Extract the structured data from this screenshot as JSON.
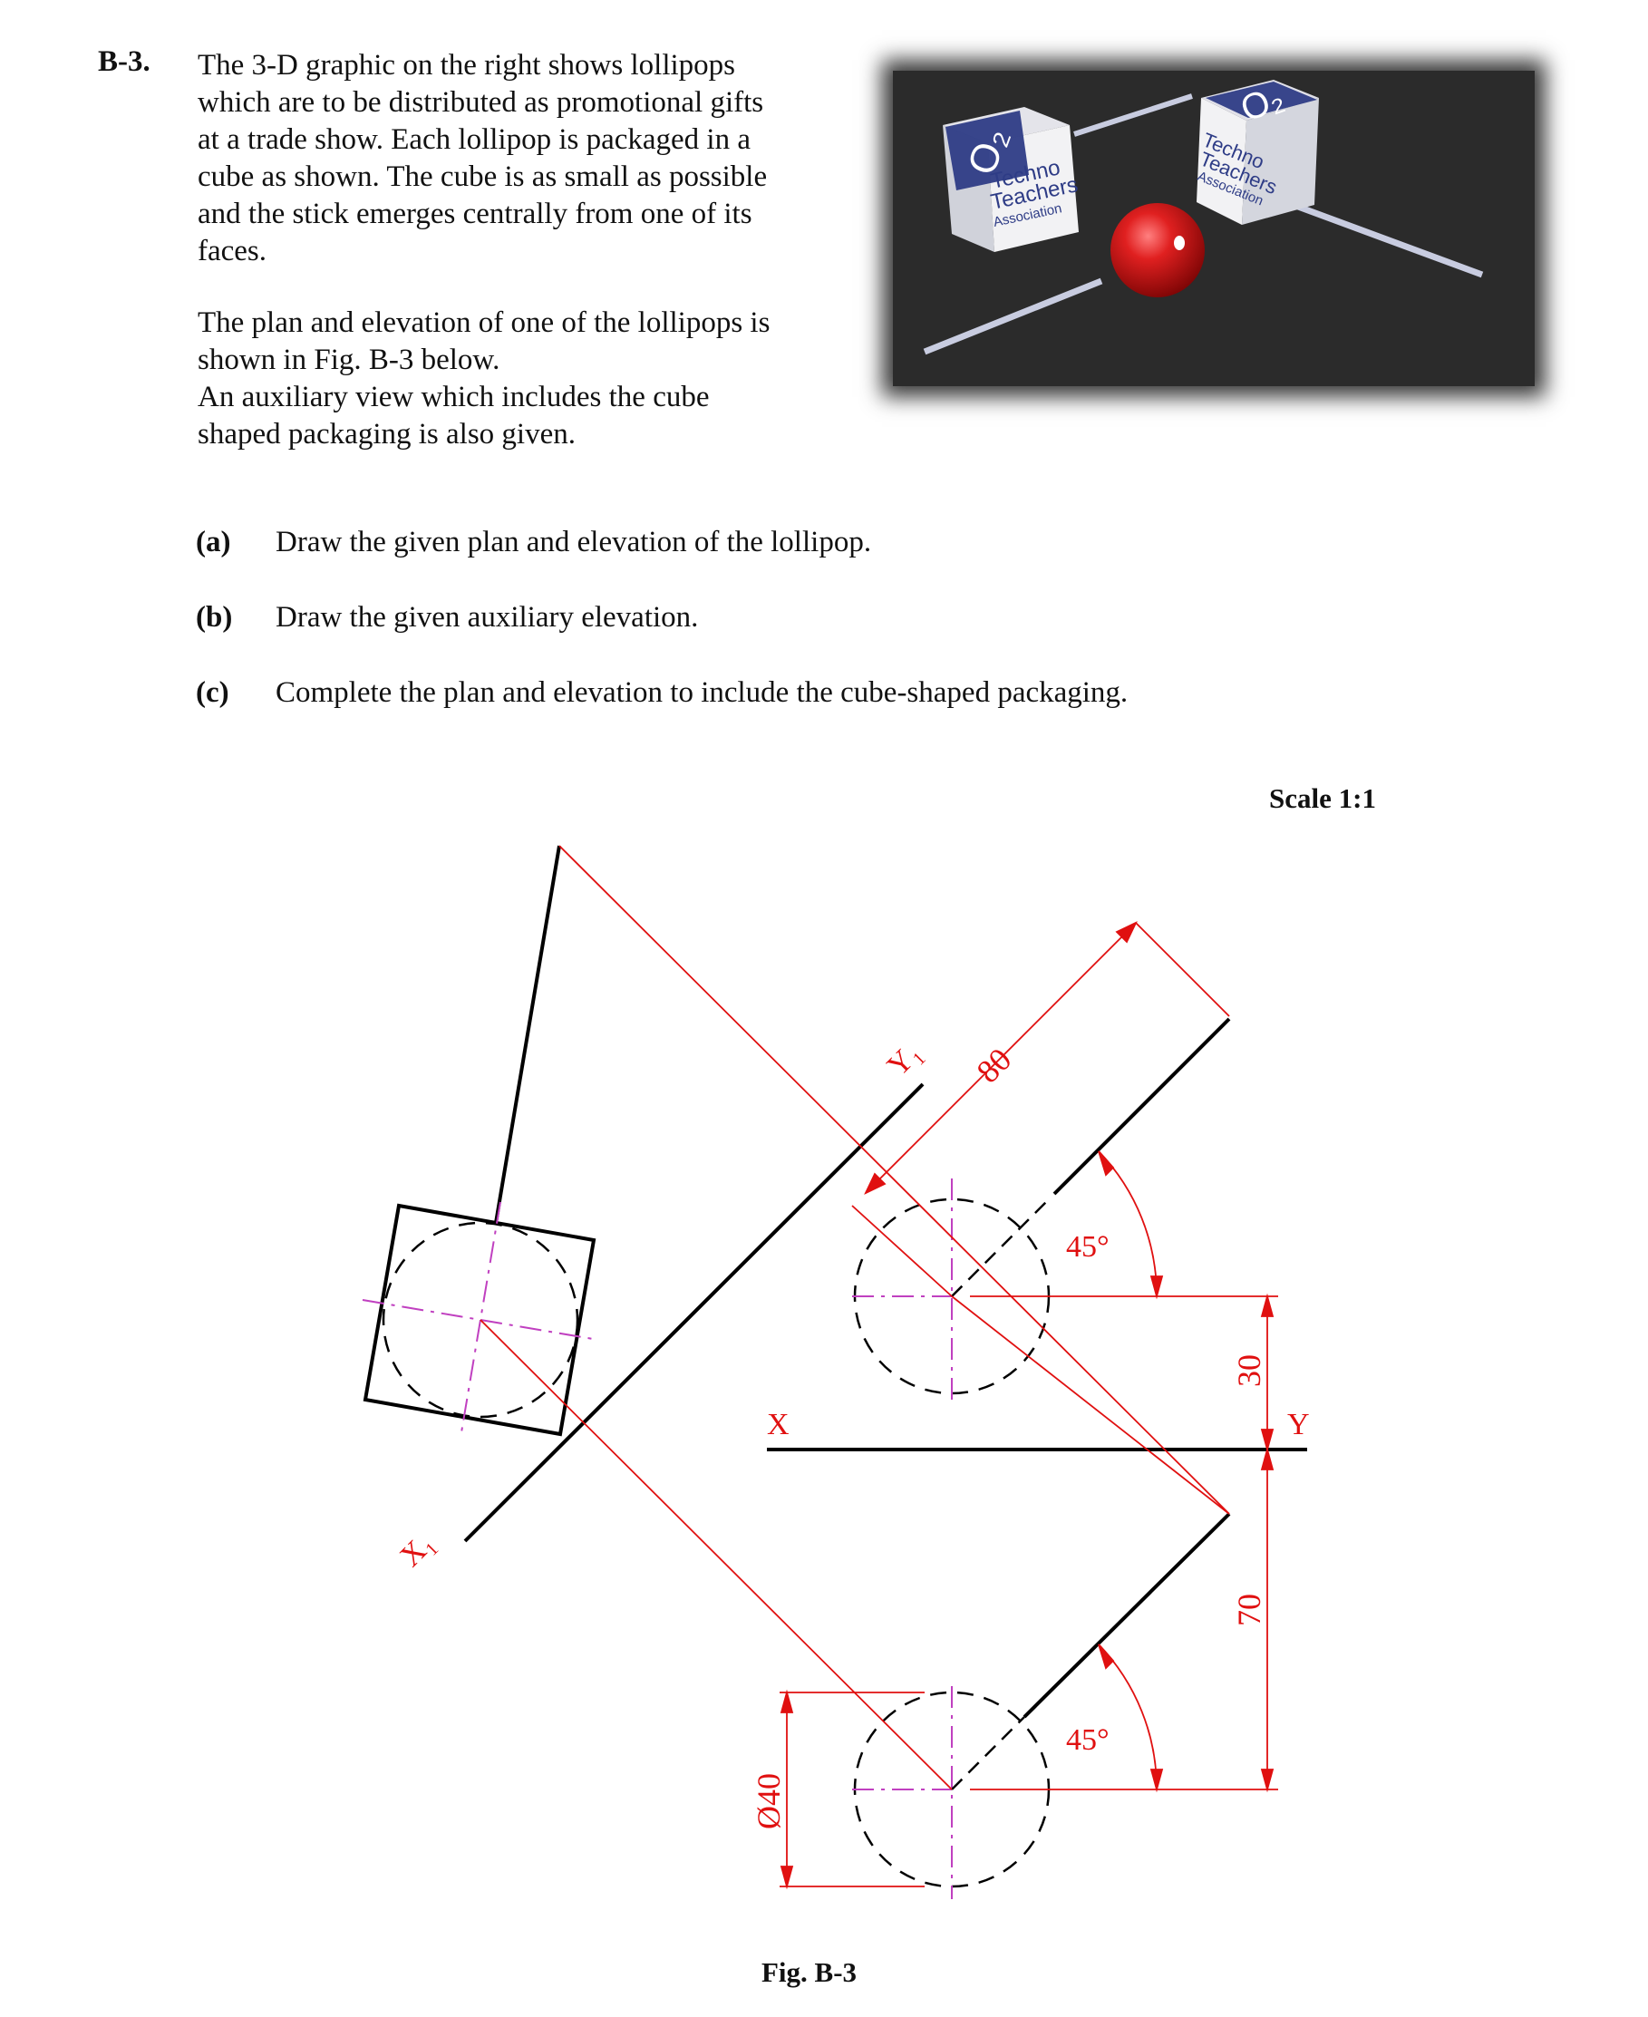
{
  "question": {
    "number": "B-3.",
    "paragraph1": [
      "The 3-D graphic on the right shows lollipops",
      "which are to be distributed as promotional gifts",
      "at a trade show.  Each lollipop is packaged in a",
      "cube as shown.  The cube is as small as possible",
      "and the stick emerges centrally from one of its",
      "faces."
    ],
    "paragraph2": [
      "The plan and elevation of one of the lollipops is",
      "shown in Fig. B-3 below.",
      "An auxiliary view which includes the cube",
      "shaped packaging is also given."
    ],
    "parts": [
      {
        "label": "(a)",
        "text": "Draw the given plan and elevation of the lollipop."
      },
      {
        "label": "(b)",
        "text": "Draw the given auxiliary elevation."
      },
      {
        "label": "(c)",
        "text": "Complete the plan and elevation to include the cube-shaped packaging."
      }
    ]
  },
  "photo": {
    "cube_logo_line1": "Techno",
    "cube_logo_line2": "Teachers",
    "cube_logo_line3": "Association",
    "cube_symbol": "O₂",
    "ball_color": "#d01818"
  },
  "figure": {
    "scale": "Scale 1:1",
    "caption": "Fig. B-3",
    "x_label": "X",
    "y_label": "Y",
    "x1_label": "X₁",
    "y1_label": "Y₁",
    "dim_80": "80",
    "dim_30": "30",
    "dim_70": "70",
    "dim_dia": "Ø40",
    "angle_top": "45°",
    "angle_bottom": "45°",
    "dim_color": "#e01010",
    "line_color": "#000000",
    "centerline_color": "#c040c0"
  }
}
